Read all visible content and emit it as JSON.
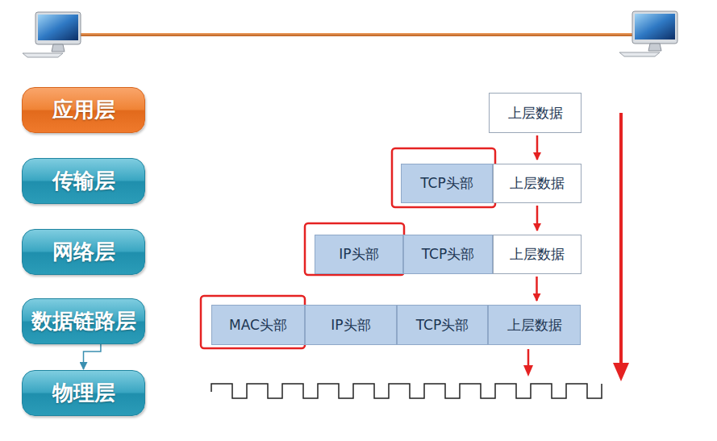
{
  "diagram": {
    "nodes": [
      {
        "text": [
          "应用层"
        ]
      },
      {
        "text": [
          "上层数据"
        ]
      },
      {
        "text": [
          "传输层"
        ]
      },
      {
        "text": [
          "TCP头部"
        ]
      },
      {
        "text": [
          "上层数据"
        ]
      },
      {
        "text": [
          "网络层"
        ]
      },
      {
        "text": [
          "IP头部"
        ]
      },
      {
        "text": [
          "TCP头部"
        ]
      },
      {
        "text": [
          "上层数据"
        ]
      },
      {
        "text": [
          "数据链路层"
        ]
      },
      {
        "text": [
          "MAC头部"
        ]
      },
      {
        "text": [
          "IP头部"
        ]
      },
      {
        "text": [
          "TCP头部"
        ]
      },
      {
        "text": [
          "上层数据"
        ]
      },
      {
        "text": [
          "物理层"
        ]
      }
    ],
    "edges": [
      {
        "from": 9,
        "to": 14,
        "arrow": "to"
      },
      {
        "from": 1,
        "to": 4,
        "arrow": "to"
      },
      {
        "from": 4,
        "to": 8,
        "arrow": "to"
      },
      {
        "from": 8,
        "to": 13,
        "arrow": "to"
      }
    ]
  }
}
